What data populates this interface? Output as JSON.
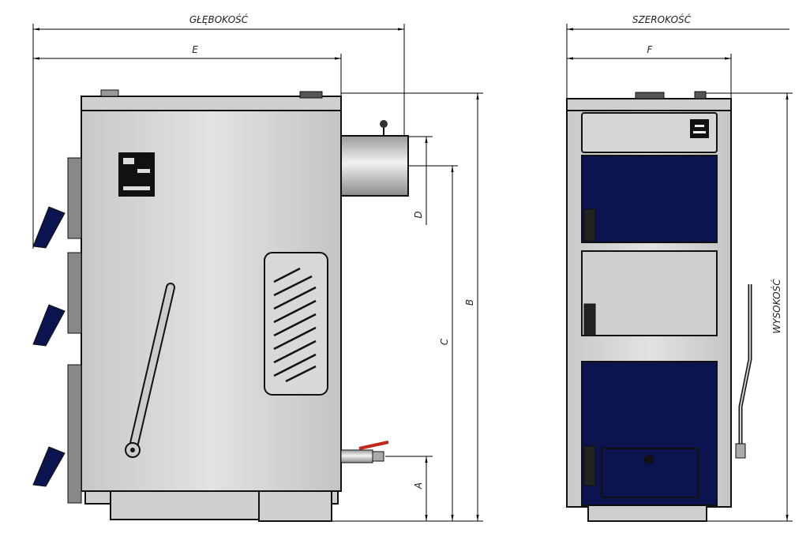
{
  "drawing": {
    "side_view": {
      "depth_label": "GŁĘBOKOŚĆ",
      "dim_e": "E",
      "dim_d": "D",
      "dim_c": "C",
      "dim_b": "B",
      "dim_a": "A"
    },
    "front_view": {
      "width_label": "SZEROKOŚĆ",
      "dim_f": "F",
      "height_label": "WYSOKOŚĆ"
    }
  },
  "colors": {
    "door_blue": "#0c1450",
    "steel": "#d4d4d4",
    "valve_red": "#c0281e"
  }
}
